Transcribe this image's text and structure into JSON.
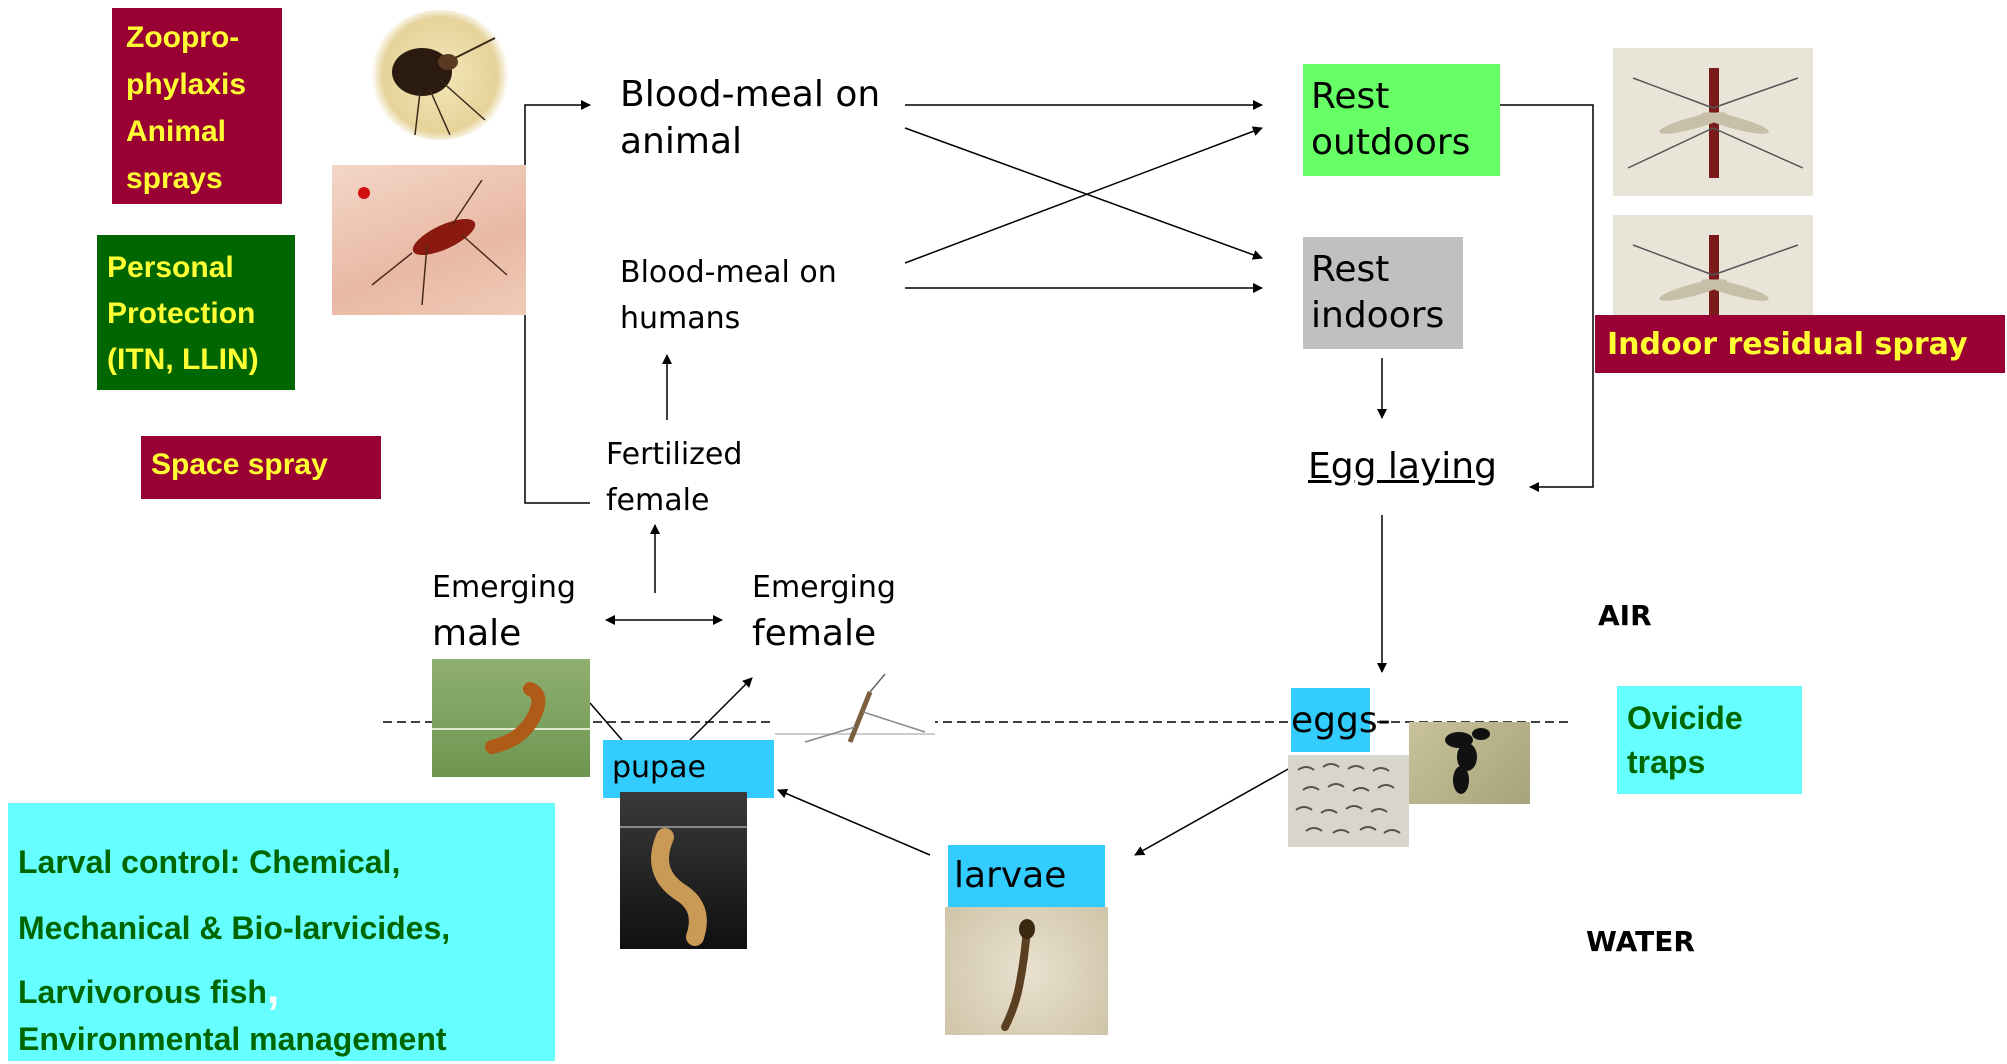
{
  "controls": {
    "zooprophylaxis": [
      "Zoopro-",
      "phylaxis",
      "Animal",
      "sprays"
    ],
    "personal_protection": [
      "Personal",
      "Protection",
      "(ITN, LLIN)"
    ],
    "space_spray": "Space spray",
    "indoor_residual_spray": "Indoor residual spray",
    "ovicide_traps": [
      "Ovicide",
      "traps"
    ],
    "larval_control": [
      "Larval control:  Chemical,",
      "Mechanical &  Bio-larvicides,",
      "Larvivorous fish",
      ",",
      "Environmental management"
    ]
  },
  "stages": {
    "blood_meal_animal": [
      "Blood-meal on",
      "animal"
    ],
    "blood_meal_humans": [
      "Blood-meal on",
      "humans"
    ],
    "fertilized_female": [
      "Fertilized",
      "female"
    ],
    "rest_outdoors": [
      "Rest",
      "outdoors"
    ],
    "rest_indoors": [
      "Rest",
      "indoors"
    ],
    "egg_laying": "Egg laying",
    "emerging_male": [
      "Emerging",
      "male"
    ],
    "emerging_female": [
      "Emerging",
      "female"
    ],
    "eggs": "eggs",
    "pupae": "pupae",
    "larvae": "larvae"
  },
  "zones": {
    "air": "AIR",
    "water": "WATER"
  },
  "colors": {
    "maroon": "#990033",
    "yellow_text": "#ffff33",
    "dark_green": "#006600",
    "light_green": "#66ff66",
    "grey": "#c0c0c0",
    "cyan_label": "#33ccff",
    "cyan_box": "#66ffff",
    "larval_text": "#006600"
  },
  "icons": [
    "mosquito-photo",
    "larva-photo",
    "pupa-photo",
    "eggs-photo"
  ]
}
